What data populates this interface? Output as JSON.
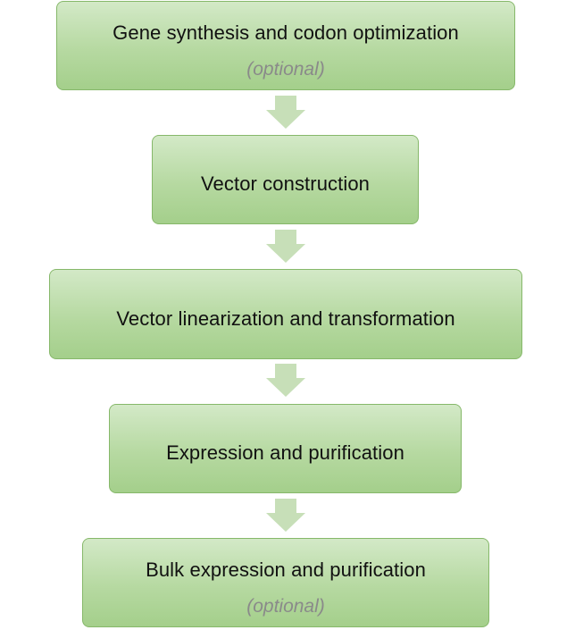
{
  "flowchart": {
    "steps": [
      {
        "title": "Gene synthesis and codon optimization",
        "note": "(optional)"
      },
      {
        "title": "Vector construction"
      },
      {
        "title": "Vector linearization and transformation"
      },
      {
        "title": "Expression and purification"
      },
      {
        "title": "Bulk expression and purification",
        "note": "(optional)"
      }
    ],
    "colors": {
      "box_fill_top": "#d3e9c7",
      "box_fill_bottom": "#a4cf8b",
      "box_border": "#86b86a",
      "arrow_fill": "#c7dfb8",
      "note_text": "#8a8a8a"
    }
  }
}
